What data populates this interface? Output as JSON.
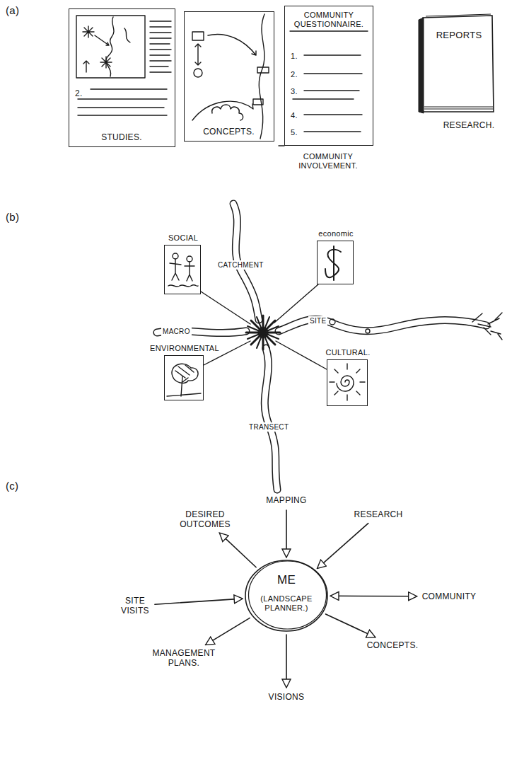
{
  "diagram": {
    "nodes": [
      {
        "text": [
          "2.",
          "STUDIES."
        ]
      },
      {
        "text": [
          "CONCEPTS."
        ]
      },
      {
        "text": [
          "COMMUNITY QUESTIONNAIRE.",
          "1.",
          "2.",
          "3.",
          "4.",
          "5.",
          "COMMUNITY INVOLVEMENT."
        ]
      },
      {
        "text": [
          "REPORTS",
          "RESEARCH."
        ]
      },
      {
        "text": [
          "SOCIAL"
        ]
      },
      {
        "text": [
          "economic"
        ]
      },
      {
        "text": [
          "ENVIRONMENTAL"
        ]
      },
      {
        "text": [
          "CULTURAL."
        ]
      },
      {
        "text": [
          "MAPPING"
        ]
      },
      {
        "text": [
          "DESIRED OUTCOMES"
        ]
      },
      {
        "text": [
          "RESEARCH"
        ]
      },
      {
        "text": [
          "SITE VISITS"
        ]
      },
      {
        "text": [
          "ME",
          "(LANDSCAPE PLANNER.)"
        ]
      },
      {
        "text": [
          "COMMUNITY"
        ]
      },
      {
        "text": [
          "MANAGEMENT PLANS."
        ]
      },
      {
        "text": [
          "CONCEPTS."
        ]
      },
      {
        "text": [
          "VISIONS"
        ]
      }
    ],
    "edges": [
      {
        "from": 8,
        "to": 12,
        "arrow": "to"
      },
      {
        "from": 10,
        "to": 12,
        "arrow": "to"
      },
      {
        "from": 11,
        "to": 12,
        "arrow": "to"
      },
      {
        "from": 12,
        "to": 13,
        "arrow": "both"
      },
      {
        "from": 12,
        "to": 9,
        "arrow": "to"
      },
      {
        "from": 12,
        "to": 14,
        "arrow": "to"
      },
      {
        "from": 12,
        "to": 15,
        "arrow": "to"
      },
      {
        "from": 12,
        "to": 16,
        "arrow": "to"
      }
    ],
    "labels": [
      "(a)",
      "(b)",
      "(c)",
      "CATCHMENT",
      "MACRO",
      "SITE",
      "TRANSECT"
    ]
  }
}
